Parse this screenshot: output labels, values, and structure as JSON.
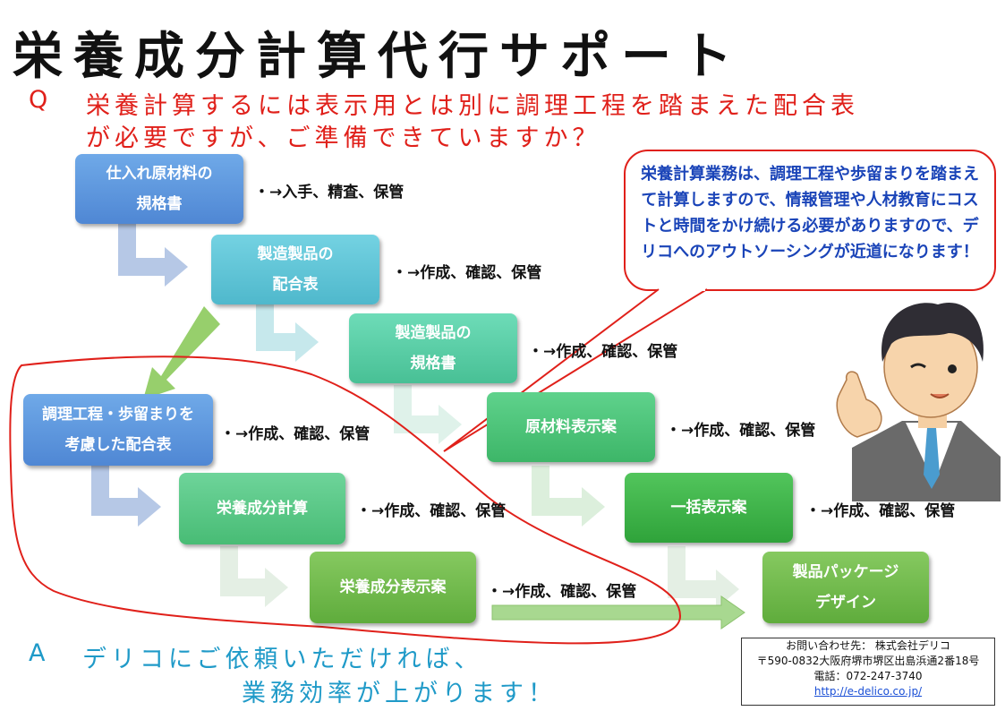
{
  "title": "栄養成分計算代行サポート",
  "question": {
    "mark": "Q",
    "line1": "栄養計算するには表示用とは別に調理工程を踏まえた配合表",
    "line2": "が必要ですが、ご準備できていますか？"
  },
  "flow": [
    {
      "id": "spec-in",
      "label": "仕入れ原材料の\n規格書",
      "note": "・→入手、精査、保管"
    },
    {
      "id": "mix-table",
      "label": "製造製品の\n配合表",
      "note": "・→作成、確認、保管"
    },
    {
      "id": "spec-out",
      "label": "製造製品の\n規格書",
      "note": "・→作成、確認、保管"
    },
    {
      "id": "raw-label",
      "label": "原材料表示案",
      "note": "・→作成、確認、保管"
    },
    {
      "id": "process-mix",
      "label": "調理工程・歩留まりを\n考慮した配合表",
      "note": "・→作成、確認、保管"
    },
    {
      "id": "nutri-calc",
      "label": "栄養成分計算",
      "note": "・→作成、確認、保管"
    },
    {
      "id": "bulk-label",
      "label": "一括表示案",
      "note": "・→作成、確認、保管"
    },
    {
      "id": "nutri-label",
      "label": "栄養成分表示案",
      "note": "・→作成、確認、保管"
    },
    {
      "id": "package",
      "label": "製品パッケージ\nデザイン",
      "note": ""
    }
  ],
  "bubble": {
    "text": "栄養計算業務は、調理工程や歩留まりを踏まえて計算しますので、情報管理や人材教育にコストと時間をかけ続ける必要がありますので、デリコへのアウトソーシングが近道になります！"
  },
  "answer": {
    "mark": "A",
    "line1": "デリコにご依頼いただければ、",
    "line2": "業務効率が上がります！"
  },
  "contact": {
    "line1": "お問い合わせ先：  株式会社デリコ",
    "line2": "〒590-0832大阪府堺市堺区出島浜通2番18号",
    "line3": "電話：072-247-3740",
    "url": "http://e-delico.co.jp/"
  },
  "colors": {
    "question": "#e0201a",
    "answer": "#1f9ac8",
    "bubble_text": "#1a44b8",
    "red_outline": "#e0201a"
  }
}
